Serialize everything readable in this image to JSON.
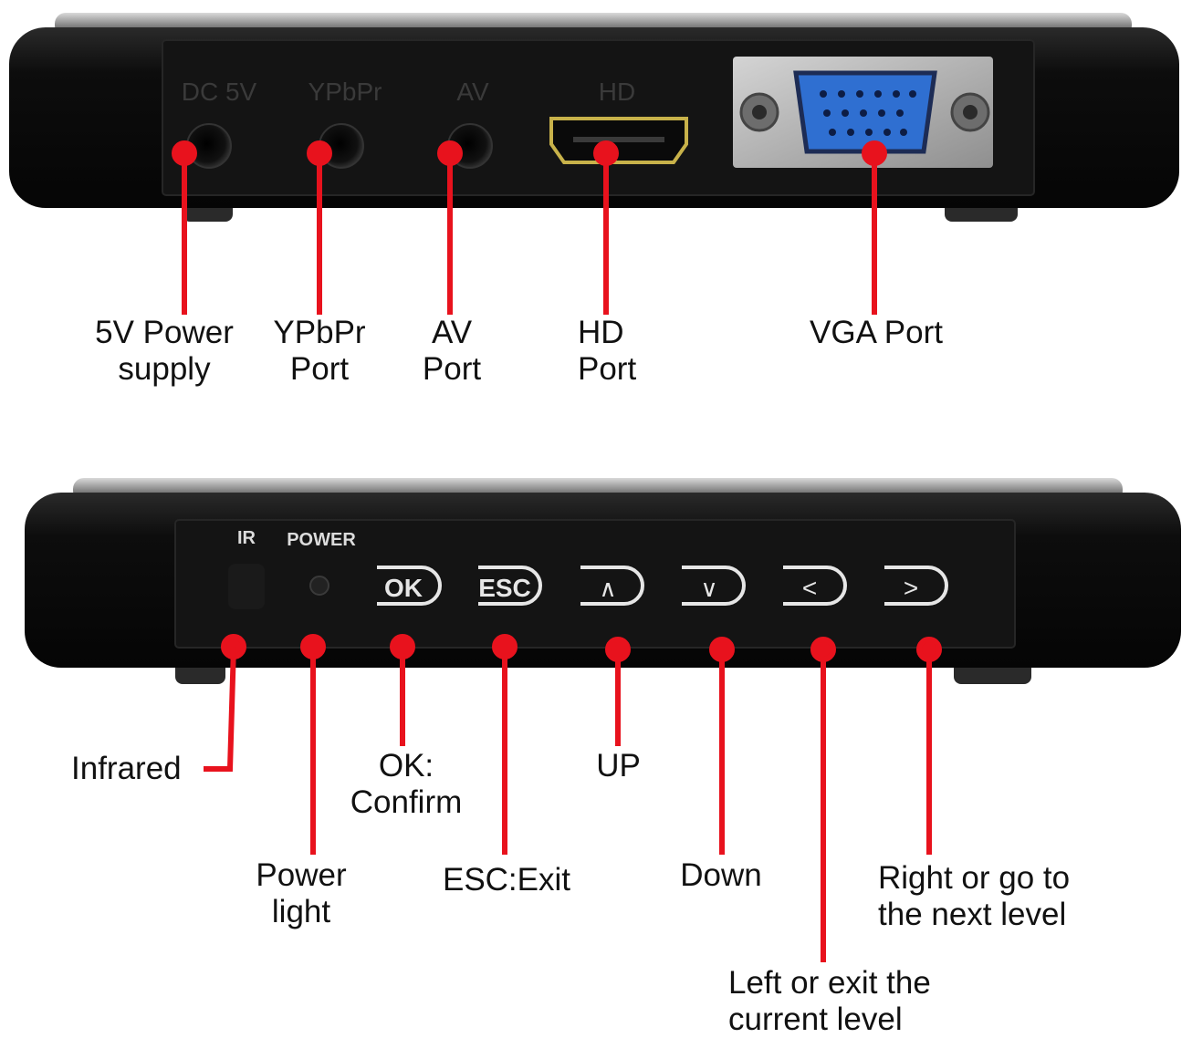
{
  "colors": {
    "accent": "#e8121d",
    "device_body": "#0c0c0c",
    "panel": "#151515",
    "panel_text": "#3a3a3a",
    "vga_blue": "#2f6fd1",
    "hdmi_gold": "#c8b24a"
  },
  "rear_panel": {
    "silk_labels": [
      "DC 5V",
      "YPbPr",
      "AV",
      "HD"
    ],
    "callouts": {
      "power": [
        "5V Power",
        "supply"
      ],
      "ypbpr": [
        "YPbPr",
        "Port"
      ],
      "av": [
        "AV",
        "Port"
      ],
      "hd": [
        "HD",
        "Port"
      ],
      "vga": [
        "VGA Port"
      ]
    }
  },
  "front_panel": {
    "silk_labels": {
      "ir": "IR",
      "power": "POWER"
    },
    "buttons": {
      "ok": "OK",
      "esc": "ESC",
      "up": "∧",
      "down": "∨",
      "left": "<",
      "right": ">"
    },
    "callouts": {
      "infrared": [
        "Infrared"
      ],
      "power_light": [
        "Power",
        "light"
      ],
      "ok": [
        "OK:",
        "Confirm"
      ],
      "esc": [
        "ESC:Exit"
      ],
      "up": [
        "UP"
      ],
      "down": [
        "Down"
      ],
      "left": [
        "Left or exit the",
        "current level"
      ],
      "right": [
        "Right or go to",
        "the next level"
      ]
    }
  }
}
